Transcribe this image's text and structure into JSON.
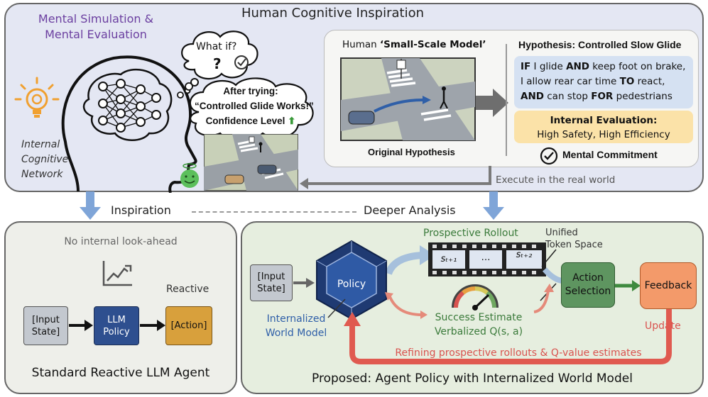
{
  "top": {
    "title": "Human Cognitive Inspiration",
    "mental_sim": [
      "Mental Simulation &",
      "Mental Evaluation"
    ],
    "network_label": [
      "Internal",
      "Cognitive",
      "Network"
    ],
    "what_if": "What if?",
    "question_mark": "?",
    "after_trying": [
      "After trying:",
      "“Controlled Glide Works!”",
      "Confidence Level"
    ],
    "small_model_prefix": "Human ",
    "small_model_bold": "‘Small-Scale Model’",
    "original_hypothesis": "Original Hypothesis",
    "hypothesis_title": "Hypothesis: Controlled Slow Glide",
    "hypothesis_lines": [
      {
        "parts": [
          [
            "IF",
            1
          ],
          [
            " I glide ",
            0
          ],
          [
            "AND",
            1
          ],
          [
            " keep foot on brake,",
            0
          ]
        ]
      },
      {
        "parts": [
          [
            "I allow rear car time ",
            0
          ],
          [
            "TO",
            1
          ],
          [
            " react,",
            0
          ]
        ]
      },
      {
        "parts": [
          [
            "AND",
            1
          ],
          [
            " can stop ",
            0
          ],
          [
            "FOR",
            1
          ],
          [
            " pedestrians",
            0
          ]
        ]
      }
    ],
    "internal_eval_title": "Internal Evaluation:",
    "internal_eval_value": "High Safety, High Efficiency",
    "mental_commitment": "Mental Commitment",
    "execute": "Execute in the real world"
  },
  "middle": {
    "inspiration": "Inspiration",
    "deeper": "Deeper Analysis"
  },
  "left_panel": {
    "no_lookahead": "No internal look-ahead",
    "reactive": "Reactive",
    "input_state": [
      "[Input",
      "State]"
    ],
    "llm_policy": [
      "LLM",
      "Policy"
    ],
    "action": "[Action]",
    "caption": "Standard Reactive LLM Agent"
  },
  "right_panel": {
    "input_state": [
      "[Input",
      "State]"
    ],
    "policy": "Policy",
    "internalized": [
      "Internalized",
      "World Model"
    ],
    "prospective": "Prospective Rollout",
    "film_cells": [
      "sₜ₊₁",
      "…",
      "sₜ₊₂"
    ],
    "unified": [
      "Unified",
      "Token Space"
    ],
    "action_selection": [
      "Action",
      "Selection"
    ],
    "feedback": "Feedback",
    "success": [
      "Success Estimate",
      "Verbalized Q(s, a)"
    ],
    "update": "Update",
    "refining": "Refining prospective rollouts & Q-value estimates",
    "caption": "Proposed: Agent Policy with Internalized World Model"
  },
  "colors": {
    "top_bg": "#e4e7f3",
    "left_bg": "#eef0ea",
    "right_bg": "#e6eedf",
    "purple": "#6b3fa0",
    "red_text": "#d9534f",
    "blue_text": "#2f5fa8",
    "green_text": "#3a7a3a",
    "policy_blue": "#2e4f8f",
    "action_green": "#5e9560",
    "feedback_orange": "#f39a6a",
    "llm_action_gold": "#d8a03c"
  }
}
